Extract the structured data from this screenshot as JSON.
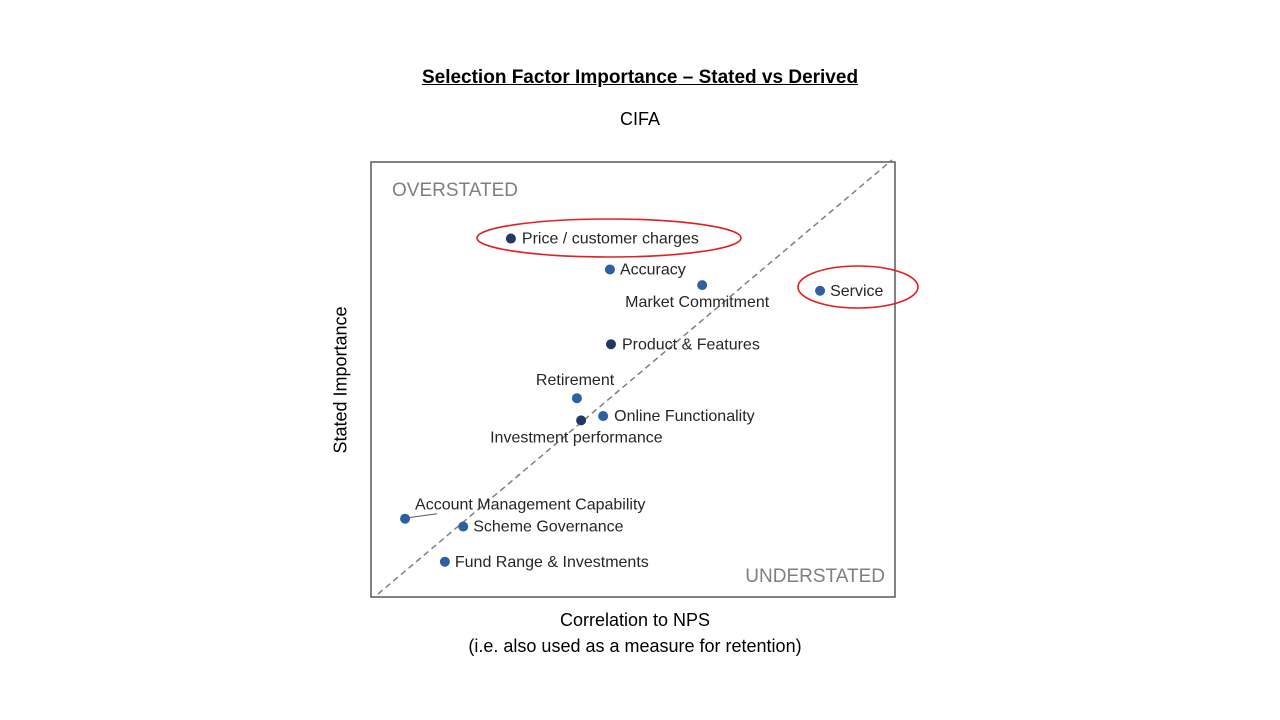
{
  "chart_data": {
    "type": "scatter",
    "title": "Selection Factor Importance – Stated vs Derived",
    "subtitle": "CIFA",
    "xlabel": "Correlation to NPS",
    "xlabel_note": "(i.e. also used as a measure for retention)",
    "ylabel": "Stated Importance",
    "xlim": [
      0,
      100
    ],
    "ylim": [
      0,
      100
    ],
    "grid": false,
    "diagonal_reference_line": true,
    "quadrant_labels": {
      "top_left": "OVERSTATED",
      "bottom_right": "UNDERSTATED"
    },
    "points": [
      {
        "label": "Price / customer charges",
        "x": 26.7,
        "y": 82.4,
        "color": "#1f3864",
        "highlighted": true
      },
      {
        "label": "Accuracy",
        "x": 45.6,
        "y": 75.3,
        "color": "#2e5fa3",
        "highlighted": false
      },
      {
        "label": "Market Commitment",
        "x": 63.2,
        "y": 71.7,
        "color": "#2e5fa3",
        "highlighted": false
      },
      {
        "label": "Service",
        "x": 85.7,
        "y": 70.4,
        "color": "#2e5fa3",
        "highlighted": true
      },
      {
        "label": "Product & Features",
        "x": 45.8,
        "y": 58.1,
        "color": "#1f3864",
        "highlighted": false
      },
      {
        "label": "Retirement",
        "x": 39.3,
        "y": 45.7,
        "color": "#2e5fa3",
        "highlighted": false
      },
      {
        "label": "Online Functionality",
        "x": 44.3,
        "y": 41.6,
        "color": "#2e5fa3",
        "highlighted": false
      },
      {
        "label": "Investment performance",
        "x": 40.1,
        "y": 40.6,
        "color": "#1f3864",
        "highlighted": false
      },
      {
        "label": "Account Management Capability",
        "x": 6.5,
        "y": 18.0,
        "color": "#2e5fa3",
        "highlighted": false
      },
      {
        "label": "Scheme Governance",
        "x": 17.6,
        "y": 16.2,
        "color": "#2e5fa3",
        "highlighted": false
      },
      {
        "label": "Fund Range & Investments",
        "x": 14.1,
        "y": 8.1,
        "color": "#2e5fa3",
        "highlighted": false
      }
    ],
    "colors": {
      "highlight": "#e02020",
      "axis": "#595959",
      "quadrant_text": "#7f7f7f",
      "diagonal": "#7f7f7f"
    }
  }
}
